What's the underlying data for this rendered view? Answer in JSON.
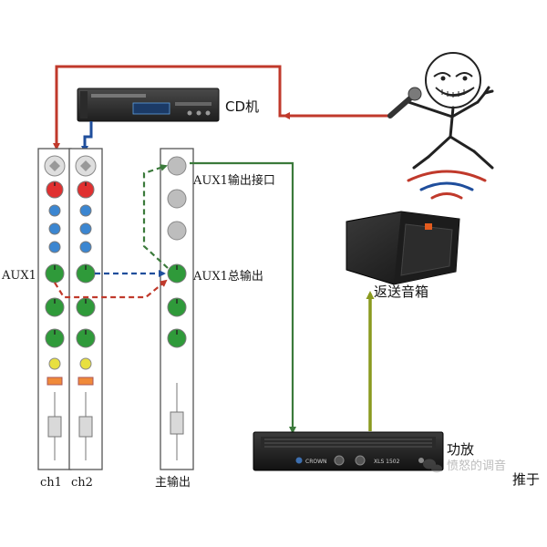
{
  "labels": {
    "cd_player": "CD机",
    "aux1_output_jack": "AUX1输出接口",
    "aux1_master_out": "AUX1总输出",
    "aux1_left": "AUX1",
    "monitor_speaker": "返送音箱",
    "amplifier": "功放",
    "ch1": "ch1",
    "ch2": "ch2",
    "main_output": "主输出"
  },
  "watermark": {
    "text": "愤怒的调音",
    "cut_text": "推于"
  },
  "device_text": {
    "amp_brand": "CROWN",
    "amp_model": "XLS 1502"
  },
  "colors": {
    "signal_red": "#c0392b",
    "signal_blue": "#1f4e9c",
    "signal_green": "#3b7a3b",
    "amp_to_speaker": "#8a9a1f",
    "knob_red": "#e03030",
    "knob_blue": "#3b86d1",
    "knob_green": "#2f9a3a",
    "knob_yellow": "#e8e040",
    "knob_grey": "#b8b8b8",
    "mute_orange": "#f08a3a"
  }
}
